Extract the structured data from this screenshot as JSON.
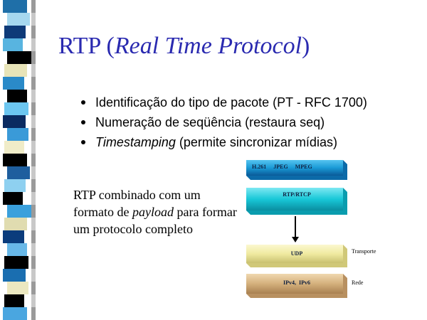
{
  "slide": {
    "title_main": "RTP (",
    "title_italic": "Real Time Protocol",
    "title_end": ")",
    "bullets": [
      {
        "text": "Identificação do tipo de pacote (PT - RFC 1700)",
        "italic_prefix": ""
      },
      {
        "text": "Numeração de seqüência (restaura seq)",
        "italic_prefix": ""
      },
      {
        "text": " (permite sincronizar mídias)",
        "italic_prefix": "Timestamping"
      }
    ],
    "body_part1": "RTP combinado com um formato de ",
    "body_italic": "payload",
    "body_part2": " para formar um protocolo completo"
  },
  "diagram": {
    "layers": [
      {
        "label": "H.261     JPEG     MPEG",
        "color": "#1a9ad6"
      },
      {
        "label": "RTP/RTCP",
        "color": "#18c8d8"
      },
      {
        "label": "UDP",
        "color": "#f0eaa0"
      },
      {
        "label": "IPv4,  IPv6",
        "color": "#d4b07c"
      }
    ],
    "side_labels": [
      "Transporte",
      "Rede"
    ]
  }
}
